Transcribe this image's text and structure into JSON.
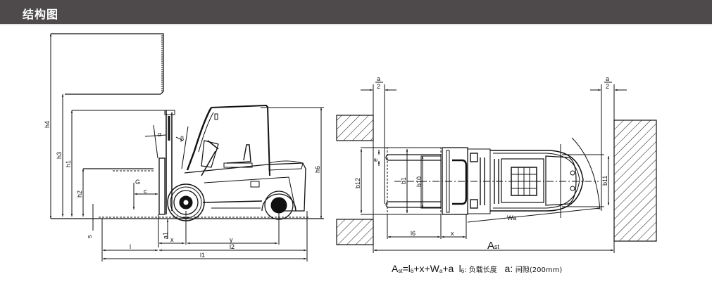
{
  "header": {
    "title": "结构图",
    "background_color": "#4e4a4b"
  },
  "side_view": {
    "labels": {
      "h4": "h4",
      "h3": "h3",
      "h1": "h1",
      "h2": "h2",
      "h6": "h6",
      "s": "s",
      "G": "G",
      "c": "c",
      "a1": "a1",
      "x": "x",
      "y": "y",
      "l": "l",
      "l2": "l2",
      "l1": "l1",
      "alpha": "α",
      "beta": "β"
    }
  },
  "top_view": {
    "labels": {
      "a_num": "a",
      "a_den": "2",
      "a_num_right": "a",
      "a_den_right": "2",
      "b12": "b12",
      "b1": "b1",
      "b10": "b10",
      "b11": "b11",
      "e": "e",
      "l6": "l6",
      "x": "x",
      "Wa": "Wa",
      "Ast": "A",
      "Ast_sub": "st"
    }
  },
  "formula": {
    "ast_A": "A",
    "ast_sub": "st",
    "equation": "=l",
    "l6_sub": "6",
    "rest": "+x+W",
    "wa_sub": "a",
    "plus_a": "+a",
    "l6_label": "l",
    "l6_label_sub": "6",
    "l6_desc": ": 负载长度",
    "a_label": "a:",
    "a_desc": "间隙(200mm)"
  }
}
